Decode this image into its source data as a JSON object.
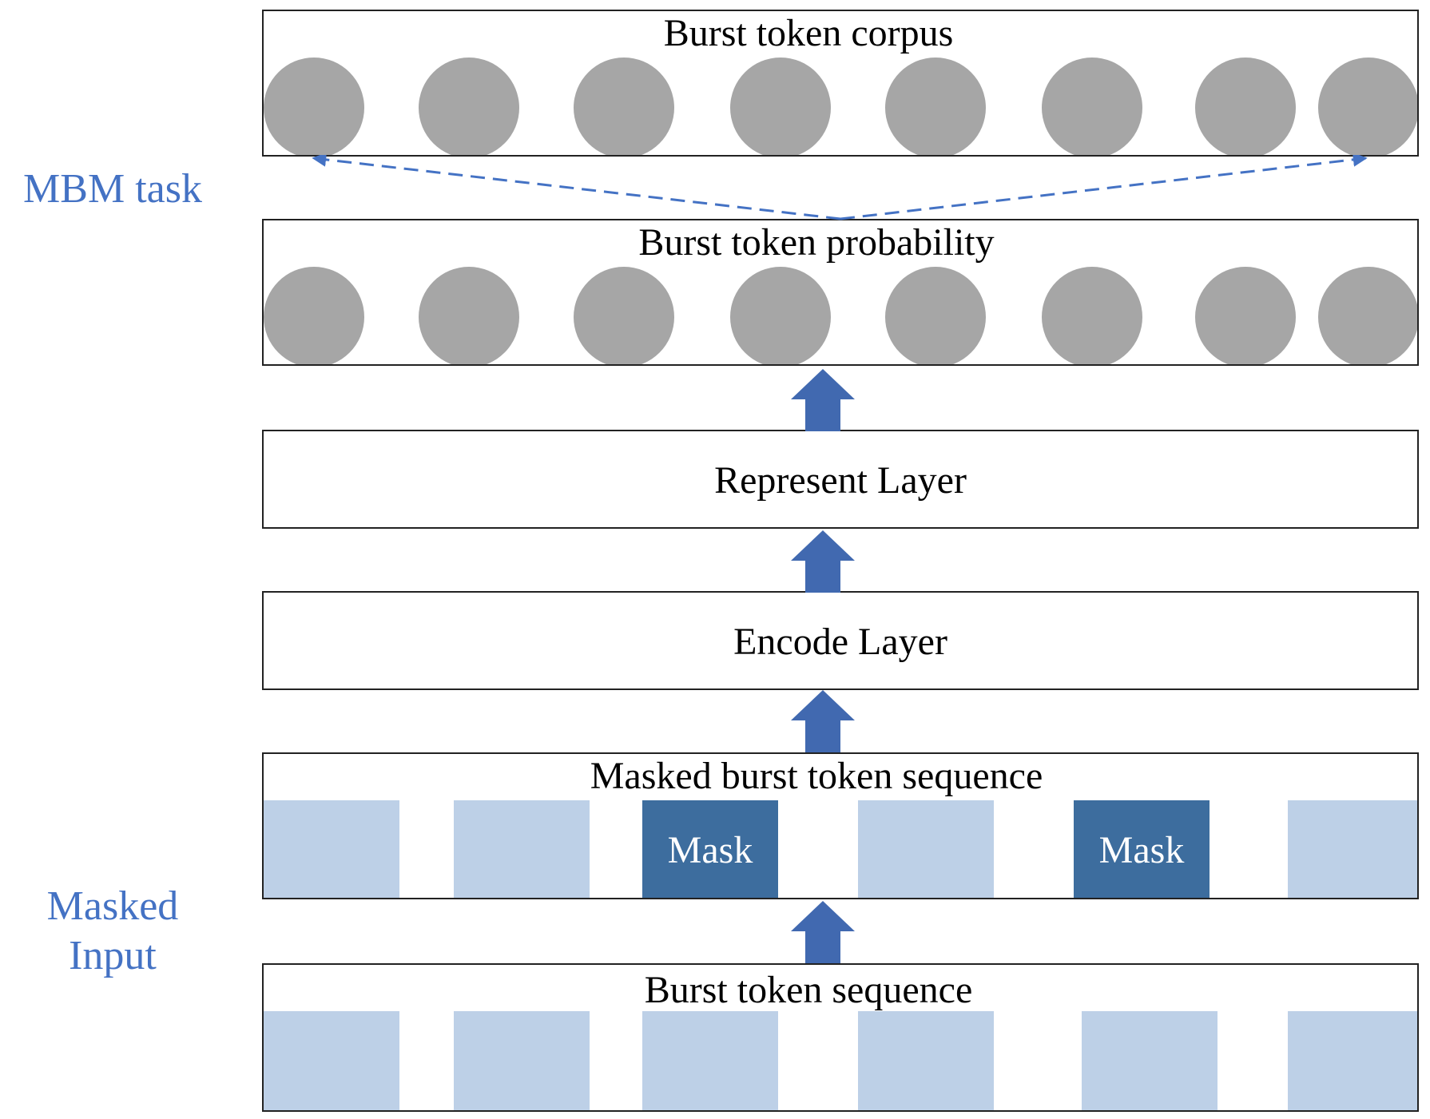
{
  "labels": {
    "mbm_task": "MBM task",
    "masked_input": [
      "Masked",
      "Input"
    ]
  },
  "boxes": {
    "corpus": "Burst token corpus",
    "probability": "Burst token probability",
    "represent": "Represent Layer",
    "encode": "Encode Layer",
    "masked_sequence": "Masked burst token sequence",
    "sequence": "Burst token sequence"
  },
  "masked_sequence_tokens": [
    {
      "label": "",
      "masked": false
    },
    {
      "label": "",
      "masked": false
    },
    {
      "label": "Mask",
      "masked": true
    },
    {
      "label": "",
      "masked": false
    },
    {
      "label": "Mask",
      "masked": true
    },
    {
      "label": "",
      "masked": false
    }
  ],
  "sequence_tokens": [
    {
      "label": "",
      "masked": false
    },
    {
      "label": "",
      "masked": false
    },
    {
      "label": "",
      "masked": false
    },
    {
      "label": "",
      "masked": false
    },
    {
      "label": "",
      "masked": false
    },
    {
      "label": "",
      "masked": false
    }
  ],
  "colors": {
    "side_label": "#4472c4",
    "arrow": "#4169b0",
    "dashed_arrow": "#4472c4",
    "circle": "#a6a6a6",
    "token": "#bdd0e7",
    "mask_token": "#3d6d9e"
  }
}
